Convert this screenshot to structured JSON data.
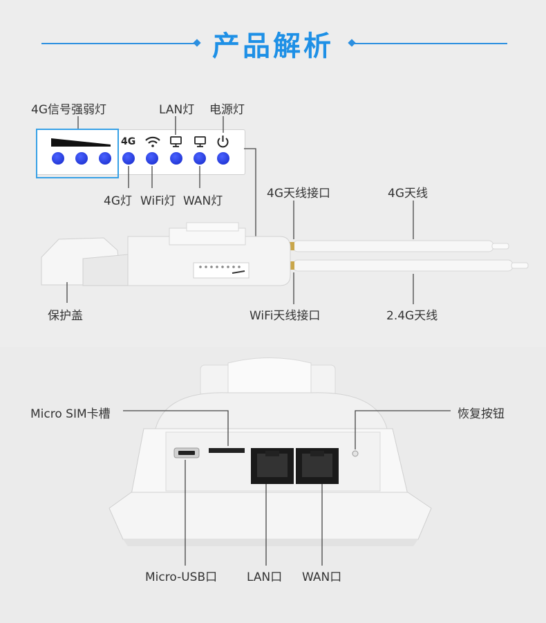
{
  "header": {
    "title": "产品解析"
  },
  "led_panel": {
    "labels": {
      "signal_strength": "4G信号强弱灯",
      "lan": "LAN灯",
      "power": "电源灯",
      "fourg": "4G灯",
      "wifi": "WiFi灯",
      "wan": "WAN灯"
    },
    "icon_4g_text": "4G"
  },
  "device_top": {
    "labels": {
      "antenna_port_4g": "4G天线接口",
      "antenna_4g": "4G天线",
      "cover": "保护盖",
      "antenna_port_wifi": "WiFi天线接口",
      "antenna_24g": "2.4G天线"
    }
  },
  "device_bottom": {
    "labels": {
      "micro_sim": "Micro SIM卡槽",
      "reset": "恢复按钮",
      "micro_usb": "Micro-USB口",
      "lan_port": "LAN口",
      "wan_port": "WAN口"
    }
  },
  "colors": {
    "accent": "#1e90e6",
    "led": "#1e32e0"
  }
}
